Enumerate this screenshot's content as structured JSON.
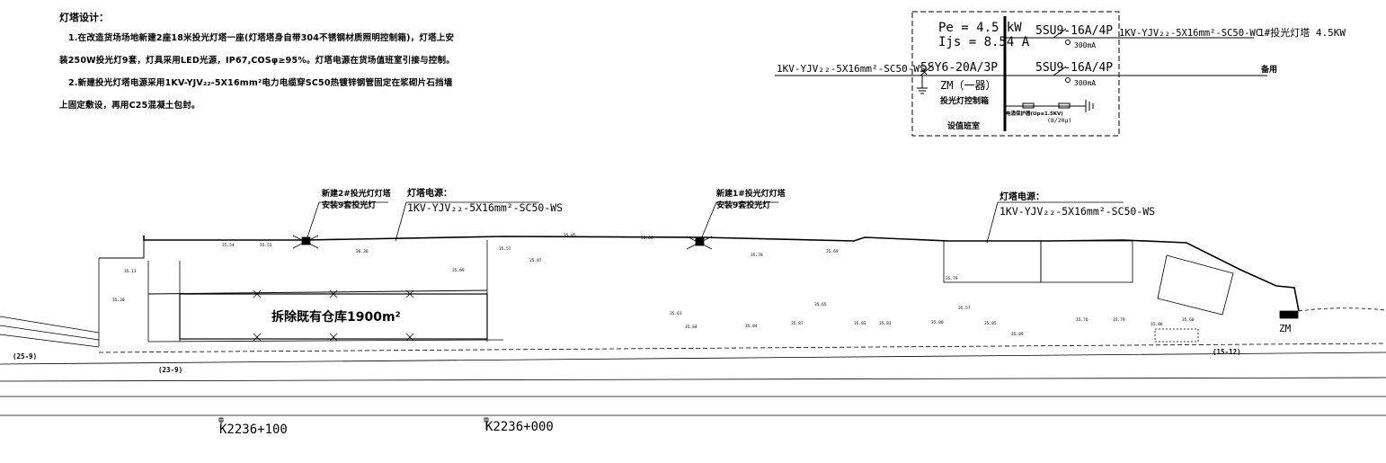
{
  "notes": {
    "title": "灯塔设计：",
    "line1": "1.在改造货场场地新建2座18米投光灯塔一座(灯塔塔身自带304不锈钢材质照明控制箱)，灯塔上安",
    "line2": "装250W投光灯9套，灯具采用LED光源，IP67,COSφ≥95%。灯塔电源在货场值班室引接与控制。",
    "line3": "2.新建投光灯塔电源采用1KV-YJV₂₂-5X16mm²电力电缆穿SC50热镀锌钢管固定在浆砌片石挡墙",
    "line4": "上固定敷设，再用C25混凝土包封。"
  },
  "schematic": {
    "pe": "Pe = 4.5 kW",
    "ijs": "Ijs = 8.54 A",
    "incoming_cable": "1KV-YJV₂₂-5X16mm²-SC50-WS",
    "main_breaker": "5SY6-20A/3P",
    "panel_id": "ZM（一器）",
    "panel_name": "投光灯控制箱",
    "room": "设值班室",
    "branch1_breaker": "5SU9-16A/4P",
    "branch1_rcd": "300mA",
    "branch1_cable": "1KV-YJV₂₂-5X16mm²-SC50-WC",
    "branch1_load": "1#投光灯塔 4.5KW",
    "branch2_breaker": "5SU9-16A/4P",
    "branch2_rcd": "300mA",
    "branch2_load": "备用",
    "spd": "电涌保护器(Up≤1.5KV)",
    "spd_rating": "(8/20μ)"
  },
  "plan": {
    "tower2_title": "新建2#投光灯灯塔",
    "tower2_sub": "安装9套投光灯",
    "power1_title": "灯塔电源：",
    "power1_cable": "1KV-YJV₂₂-5X16mm²-SC50-WS",
    "tower1_title": "新建1#投光灯灯塔",
    "tower1_sub": "安装9套投光灯",
    "power2_title": "灯塔电源：",
    "power2_cable": "1KV-YJV₂₂-5X16mm²-SC50-WS",
    "warehouse": "拆除既有仓库1900m²",
    "zm_mark": "ZM",
    "sec_left": "(25-9)",
    "sec_mid": "(23-9)",
    "sec_right": "(15-12)",
    "chainage1": "K2236+100",
    "chainage2": "K2236+000",
    "elevations": [
      "35.54",
      "35.53",
      "36.36",
      "35.57",
      "35.87",
      "35.69",
      "35.05",
      "35.66",
      "35.70",
      "35.69",
      "35.79",
      "35.76",
      "35.65",
      "35.83",
      "35.84",
      "35.57",
      "35.85",
      "35.80",
      "35.83",
      "35.61",
      "35.84",
      "35.79",
      "35.86",
      "35.87",
      "35.13",
      "35.30",
      "35.89",
      "35.60"
    ]
  }
}
